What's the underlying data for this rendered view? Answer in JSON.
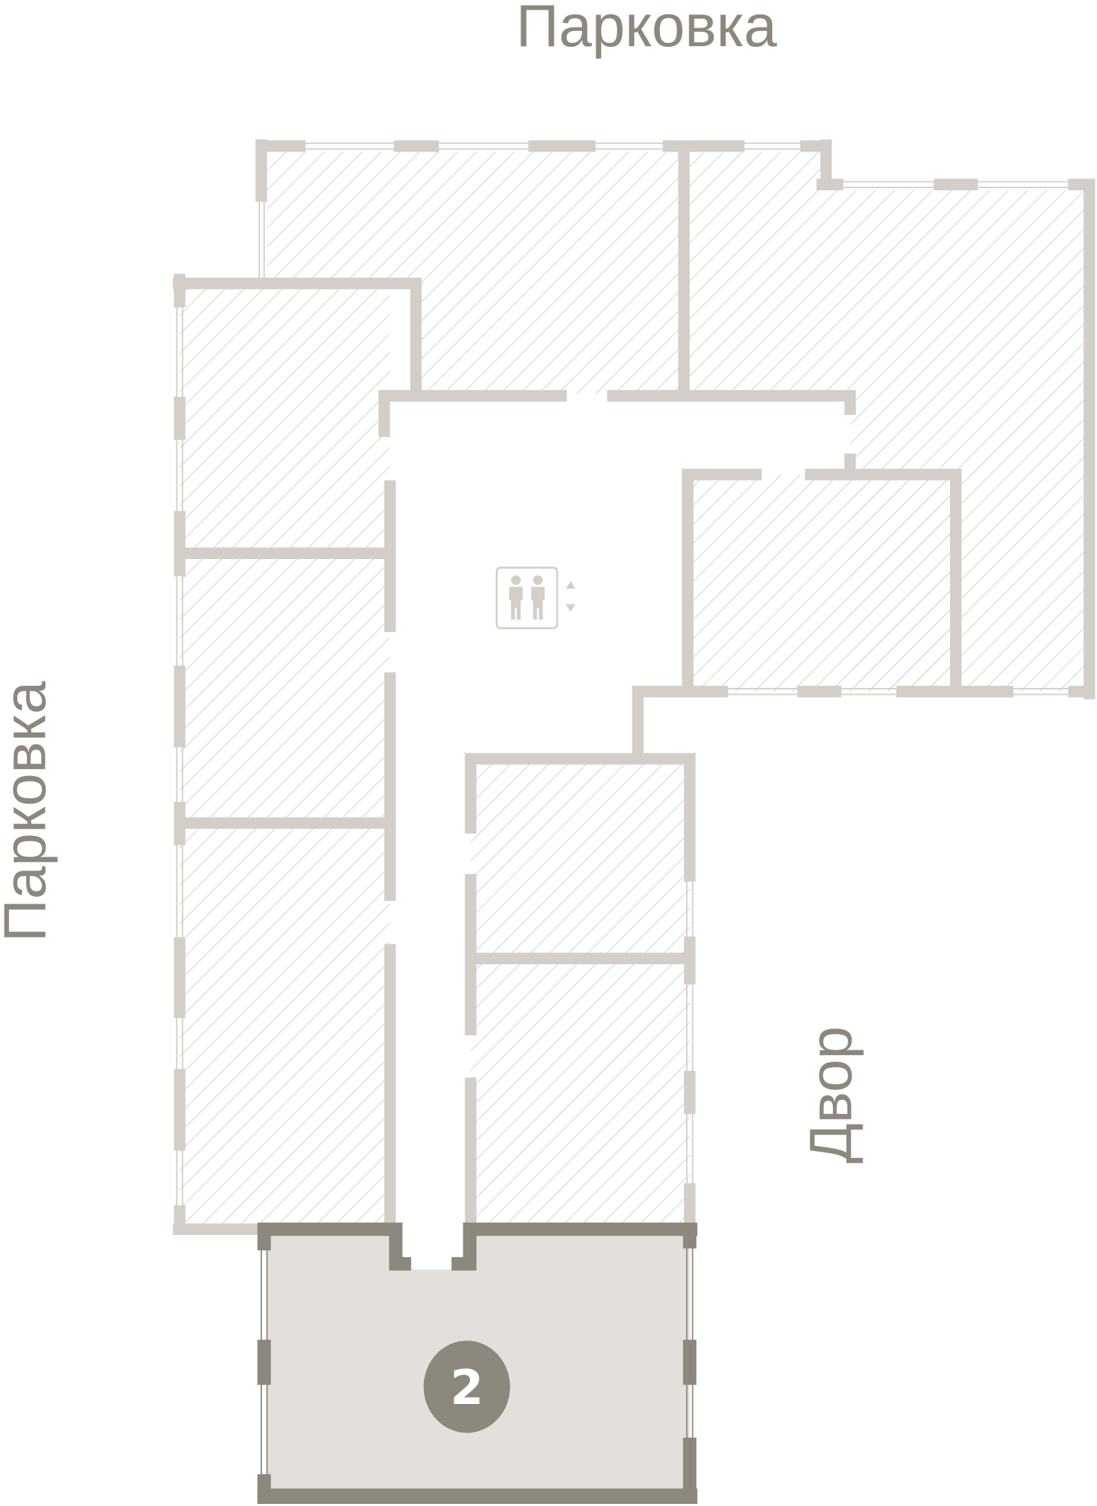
{
  "labels": {
    "top": "Парковка",
    "left": "Парковка",
    "right": "Двор"
  },
  "selected_unit": {
    "number": "2"
  },
  "icons": {
    "elevator": "elevator-icon"
  },
  "colors": {
    "wall": "#d3cec8",
    "selected_wall": "#8d887d",
    "selected_fill": "#e3e0dc",
    "label": "#8d887d",
    "hatch": "#d6d2cc"
  }
}
